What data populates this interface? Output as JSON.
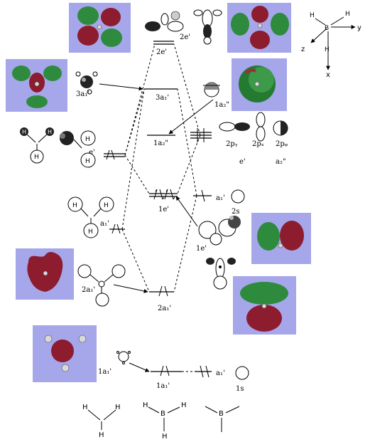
{
  "labels": {
    "mo_2e_prime": "2e'",
    "mo_3a1_prime": "3a₁'",
    "mo_1a2_dprime": "1a₂\"",
    "mo_1e_prime": "1e'",
    "mo_2a1_prime": "2a₁'",
    "mo_1a1_prime": "1a₁'",
    "frag_2e_prime": "2e'",
    "frag_3a1_prime": "3a₁'",
    "frag_1a2_dprime": "1a₂\"",
    "frag_e_prime": "e'",
    "frag_a1_prime_h3": "a₁'",
    "frag_2a1_prime": "2a₁'",
    "frag_1a1_prime": "1a₁'",
    "b_2py": "2pᵧ",
    "b_2px": "2pₓ",
    "b_2pz": "2pᵩ",
    "b_e_prime": "e'",
    "b_a2_dprime": "a₂\"",
    "b_a1_prime_2s": "a₁'",
    "b_2s": "2s",
    "b_1e_prime": "1e'",
    "b_a1_prime_1s": "a₁'",
    "b_1s": "1s",
    "axis_y": "y",
    "axis_z": "z",
    "axis_x": "x",
    "atom_b": "B",
    "atom_h": "H"
  },
  "colors": {
    "panel": "#a6a6ea",
    "lobe_green": "#2e8b3e",
    "lobe_red": "#8c1c2e"
  }
}
